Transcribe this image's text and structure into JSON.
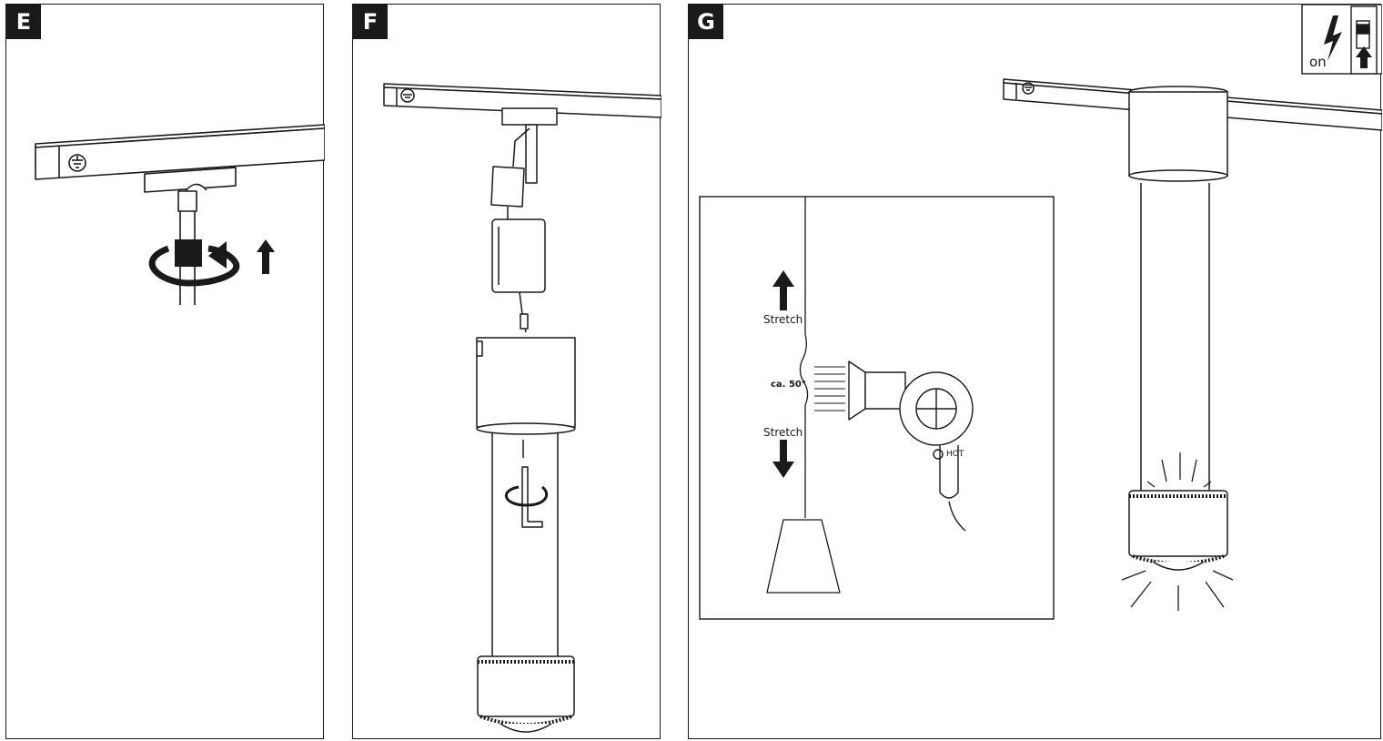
{
  "steps": {
    "e": {
      "label": "E"
    },
    "f": {
      "label": "F"
    },
    "g": {
      "label": "G"
    }
  },
  "inset": {
    "stretch_top": "Stretch",
    "angle": "ca. 50°",
    "stretch_bottom": "Stretch",
    "dryer_setting": "HOT"
  },
  "power_switch": {
    "label": "on"
  },
  "icons": [
    "rotate-arrow-icon",
    "up-arrow-icon",
    "down-arrow-icon",
    "hex-key-icon",
    "hair-dryer-icon",
    "lightning-icon",
    "wall-switch-icon",
    "earth-ground-icon"
  ]
}
